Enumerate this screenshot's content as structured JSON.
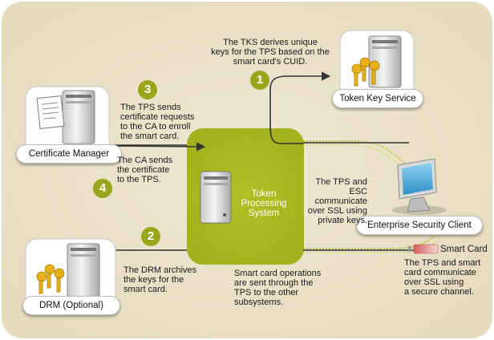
{
  "nodes": {
    "tks": "Token Key Service",
    "certificate_manager": "Certificate Manager",
    "drm": "DRM (Optional)",
    "esc": "Enterprise Security Client",
    "tps": [
      "Token",
      "Processing",
      "System"
    ],
    "smart_card": "Smart Card"
  },
  "steps": [
    "1",
    "2",
    "3",
    "4"
  ],
  "notes": {
    "tks": [
      "The TKS derives unique",
      "keys for the TPS based on the",
      "smart card's CUID."
    ],
    "enroll": [
      "The TPS sends",
      "certificate requests",
      "to the CA to enroll",
      "the smart card."
    ],
    "ca_sends": [
      "The CA sends",
      "the certificate",
      "to the TPS."
    ],
    "tps_esc": [
      "The TPS and ESC",
      "communicate",
      "over SSL using",
      "private keys."
    ],
    "drm": [
      "The DRM archives",
      "the keys for the",
      "smart card."
    ],
    "operations": [
      "Smart card operations",
      "are sent through the",
      "TPS to the other",
      "subsystems."
    ],
    "smart_card": [
      "The TPS and smart",
      "card communicate",
      "over SSL using",
      "a secure channel."
    ]
  },
  "colors": {
    "background": "#e9dfc6",
    "tps_box": "#a9b51f",
    "badge": "#9aa51c",
    "ssl_dots": "#b9c23a"
  }
}
